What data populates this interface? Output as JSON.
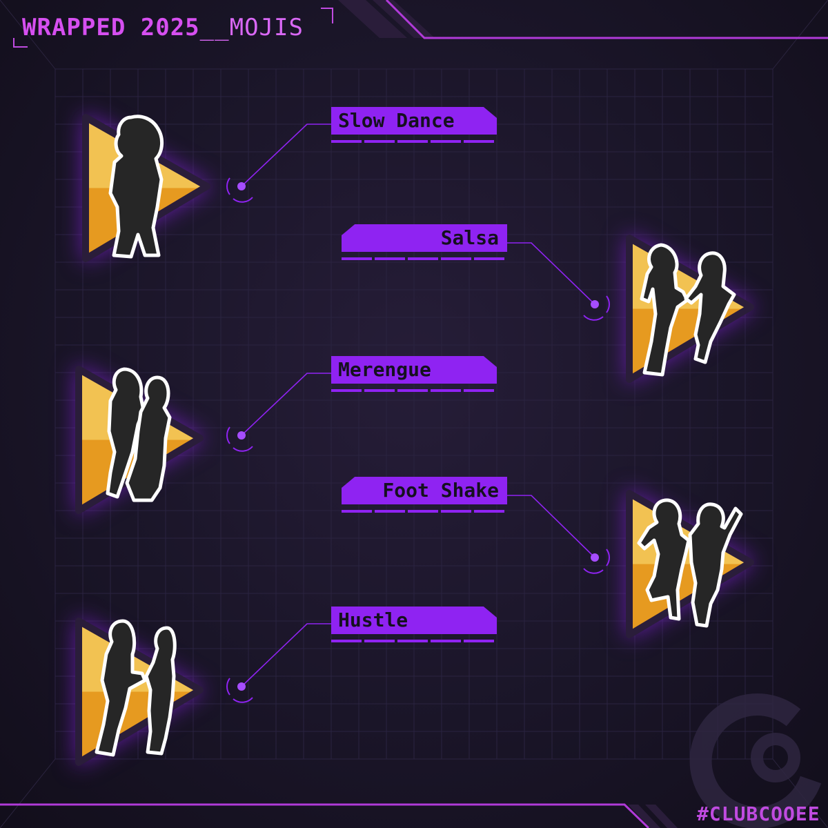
{
  "header": {
    "title_main": "WRAPPED 2025",
    "title_separator": "__",
    "title_sub": "MOJIS"
  },
  "footer": {
    "hashtag": "#CLUBCOOEE",
    "logo_icon": "clubcooee-logo-icon"
  },
  "colors": {
    "accent": "#8f23f2",
    "title": "#d64ff0",
    "play_top": "#f2c252",
    "play_bottom": "#e69a20",
    "background": "#1a1528"
  },
  "mojis": [
    {
      "label": "Slow Dance",
      "icon": "slow-dance-moji-icon"
    },
    {
      "label": "Salsa",
      "icon": "salsa-moji-icon"
    },
    {
      "label": "Merengue",
      "icon": "merengue-moji-icon"
    },
    {
      "label": "Foot Shake",
      "icon": "foot-shake-moji-icon"
    },
    {
      "label": "Hustle",
      "icon": "hustle-moji-icon"
    }
  ]
}
